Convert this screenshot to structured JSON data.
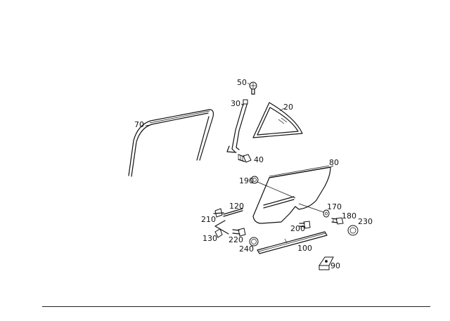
{
  "parts": [
    {
      "id": "p50",
      "label": "50",
      "name": "screw-top"
    },
    {
      "id": "p30",
      "label": "30",
      "name": "guide-rail"
    },
    {
      "id": "p20",
      "label": "20",
      "name": "quarter-glass"
    },
    {
      "id": "p70",
      "label": "70",
      "name": "window-frame-seal"
    },
    {
      "id": "p40",
      "label": "40",
      "name": "bolt"
    },
    {
      "id": "p80",
      "label": "80",
      "name": "door-glass"
    },
    {
      "id": "p190",
      "label": "190",
      "name": "clip"
    },
    {
      "id": "p120",
      "label": "120",
      "name": "window-channel"
    },
    {
      "id": "p170",
      "label": "170",
      "name": "washer"
    },
    {
      "id": "p180",
      "label": "180",
      "name": "screw"
    },
    {
      "id": "p230",
      "label": "230",
      "name": "grommet"
    },
    {
      "id": "p210",
      "label": "210",
      "name": "bracket"
    },
    {
      "id": "p200",
      "label": "200",
      "name": "bolt-lower"
    },
    {
      "id": "p130",
      "label": "130",
      "name": "retainer-clip"
    },
    {
      "id": "p220",
      "label": "220",
      "name": "bolt-small"
    },
    {
      "id": "p240",
      "label": "240",
      "name": "ring-seal"
    },
    {
      "id": "p100",
      "label": "100",
      "name": "belt-weatherstrip"
    },
    {
      "id": "p90",
      "label": "90",
      "name": "mounting-bracket"
    }
  ]
}
